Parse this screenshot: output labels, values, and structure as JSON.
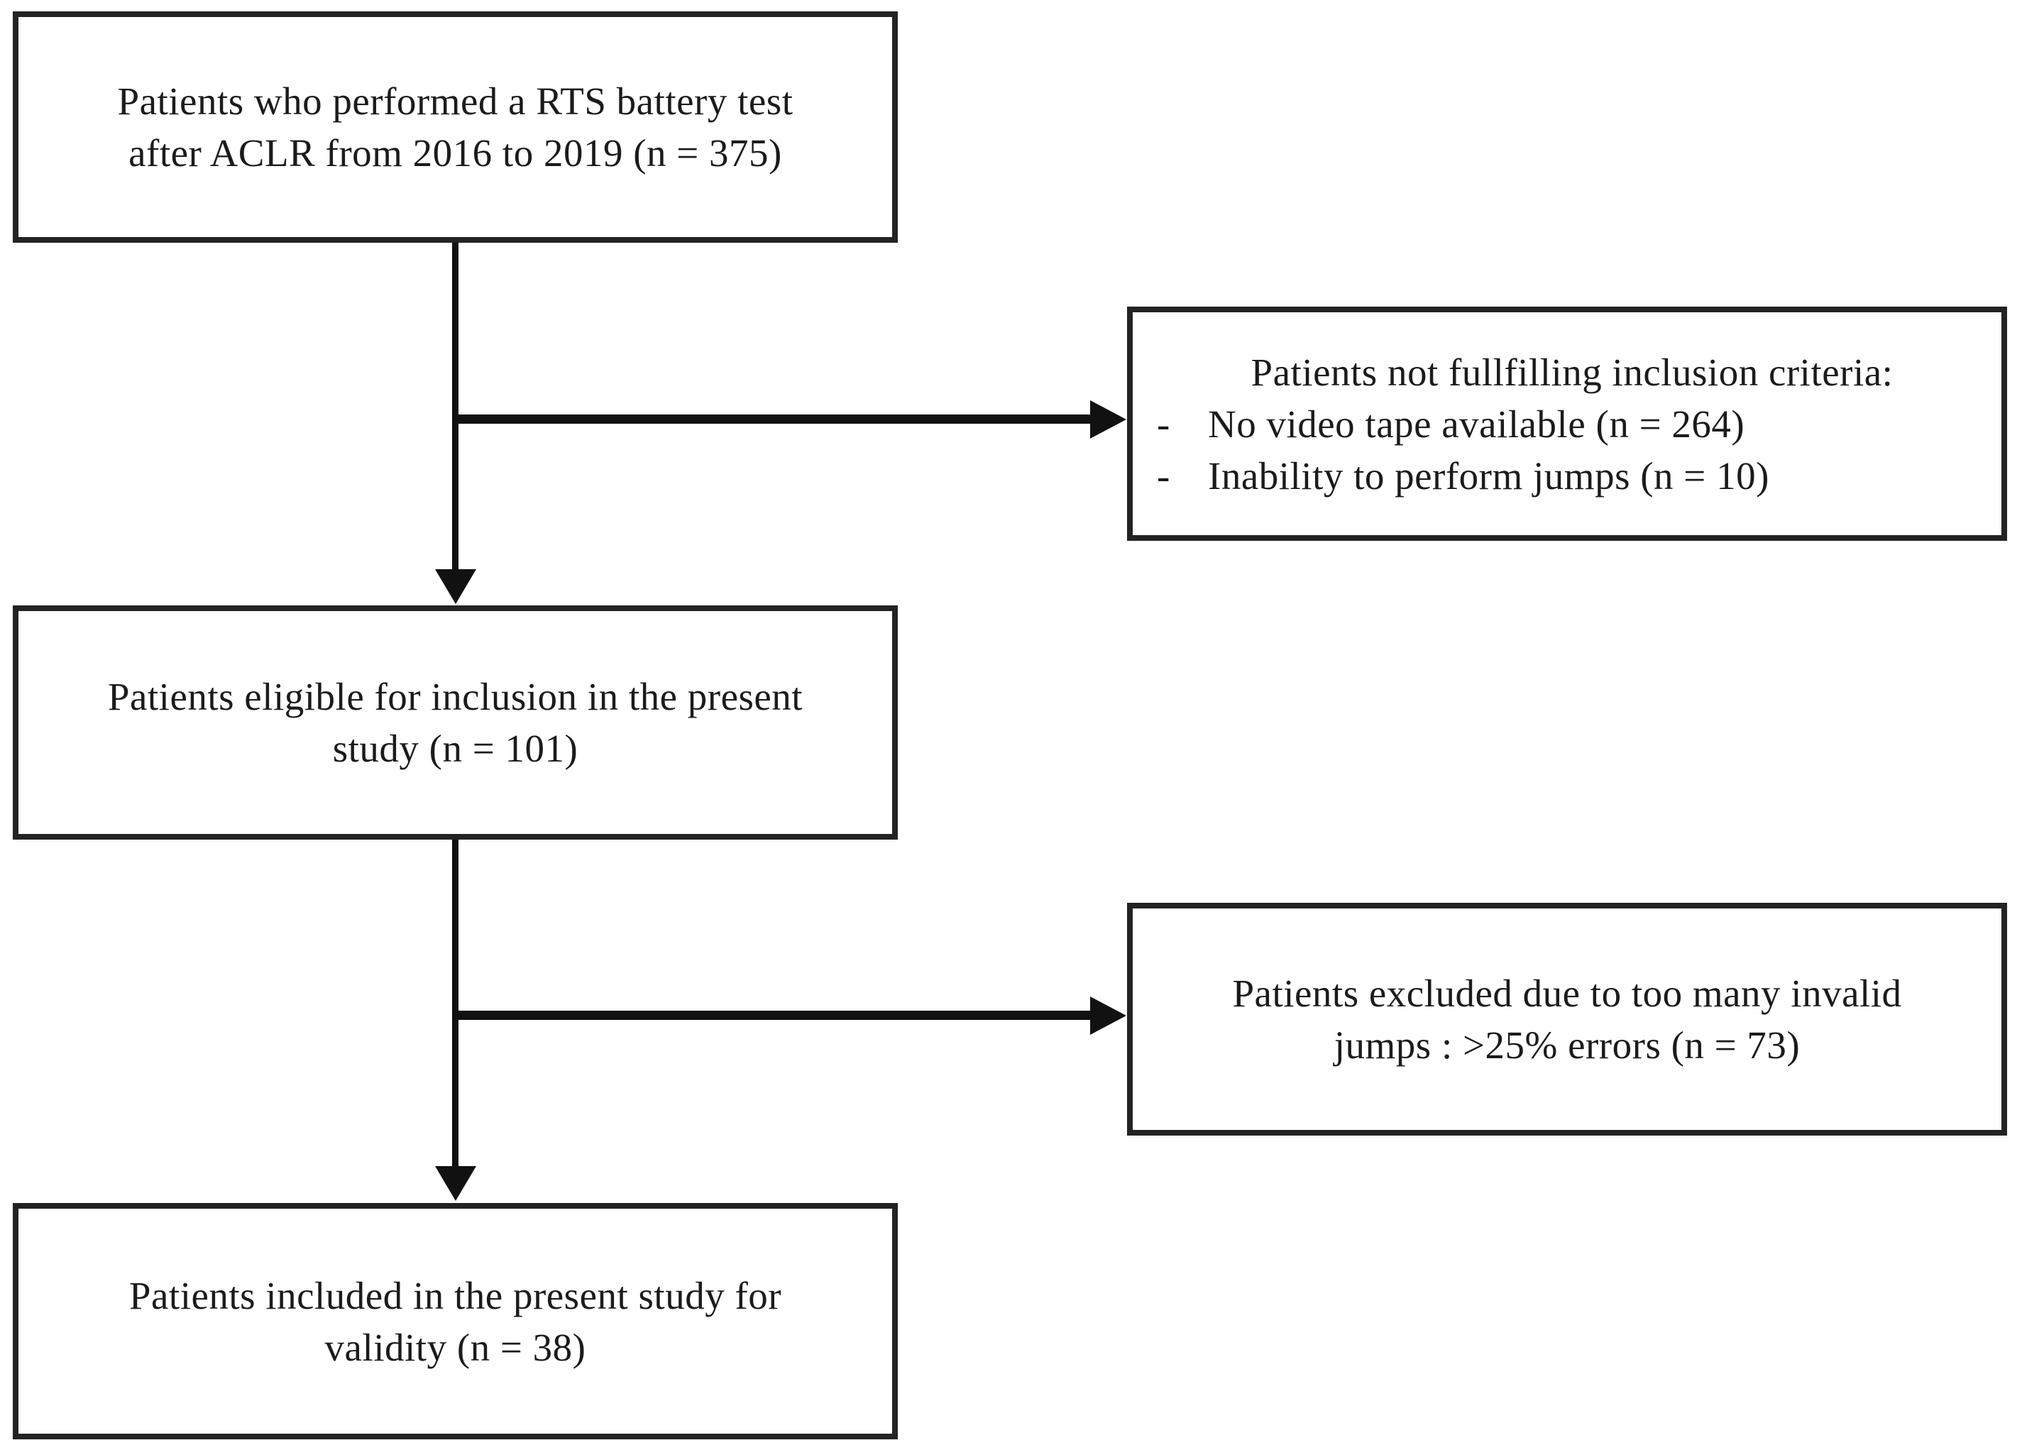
{
  "figure": {
    "type": "patient-flow-diagram",
    "background_color": "#ffffff",
    "border_color": "#232323",
    "line_color": "#111111",
    "text_color": "#1b1b1b",
    "boxes": {
      "start": {
        "line1": "Patients who performed a RTS battery test",
        "line2": "after ACLR from 2016 to 2019 (n = 375)"
      },
      "not_fulfilling": {
        "title": "Patients not fullfilling inclusion criteria:",
        "items": [
          {
            "bullet": "-",
            "text": "No video tape available (n = 264)"
          },
          {
            "bullet": "-",
            "text": "Inability to perform jumps (n = 10)"
          }
        ]
      },
      "eligible": {
        "line1": "Patients eligible for inclusion in the present",
        "line2": "study (n = 101)"
      },
      "excluded": {
        "line1": "Patients excluded due to too many invalid",
        "line2": "jumps : >25% errors (n = 73)"
      },
      "included": {
        "line1": "Patients included in the present study for",
        "line2": "validity (n = 38)"
      }
    }
  }
}
